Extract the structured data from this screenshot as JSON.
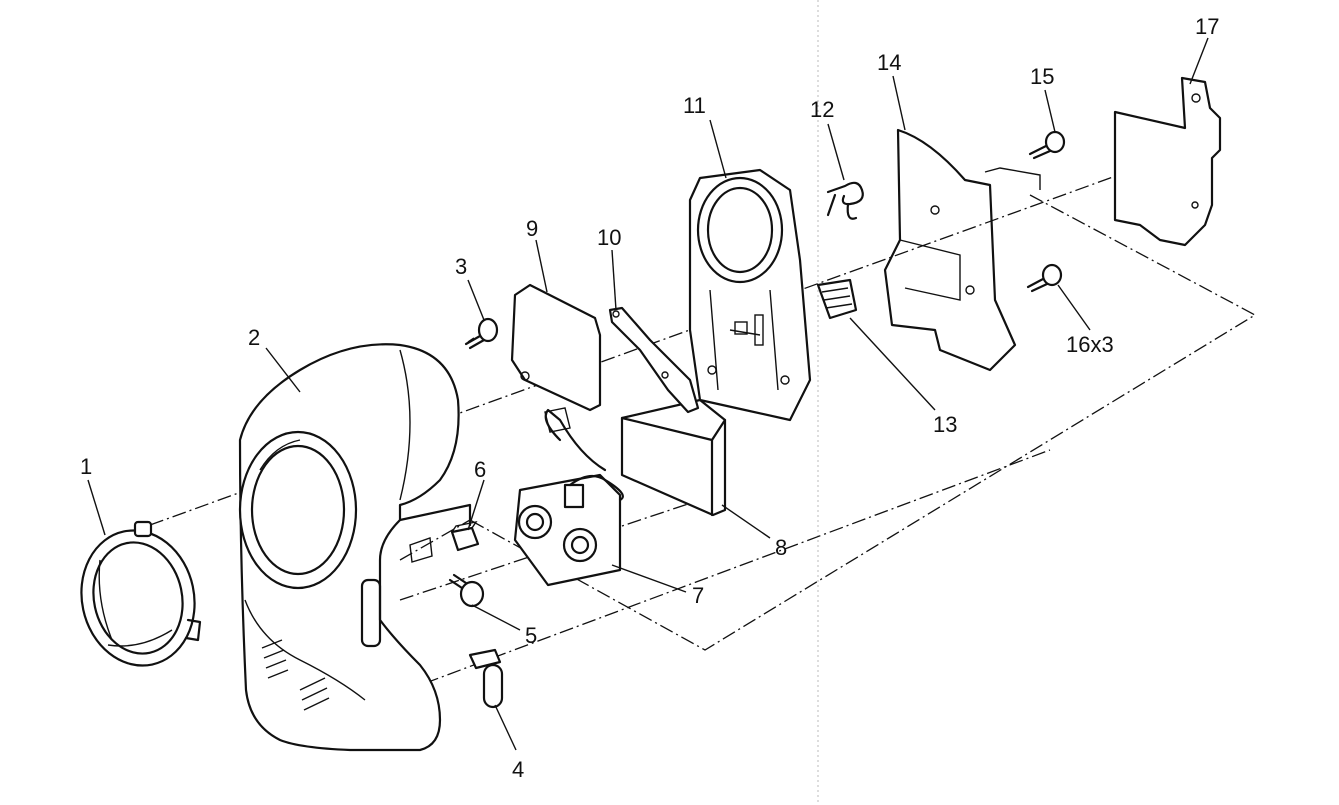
{
  "diagram": {
    "type": "exploded-parts-view",
    "callouts": [
      {
        "id": "c1",
        "label": "1"
      },
      {
        "id": "c2",
        "label": "2"
      },
      {
        "id": "c3",
        "label": "3"
      },
      {
        "id": "c4",
        "label": "4"
      },
      {
        "id": "c5",
        "label": "5"
      },
      {
        "id": "c6",
        "label": "6"
      },
      {
        "id": "c7",
        "label": "7"
      },
      {
        "id": "c8",
        "label": "8"
      },
      {
        "id": "c9",
        "label": "9"
      },
      {
        "id": "c10",
        "label": "10"
      },
      {
        "id": "c11",
        "label": "11"
      },
      {
        "id": "c12",
        "label": "12"
      },
      {
        "id": "c13",
        "label": "13"
      },
      {
        "id": "c14",
        "label": "14"
      },
      {
        "id": "c15",
        "label": "15"
      },
      {
        "id": "c16",
        "label": "16x3"
      },
      {
        "id": "c17",
        "label": "17"
      }
    ]
  }
}
